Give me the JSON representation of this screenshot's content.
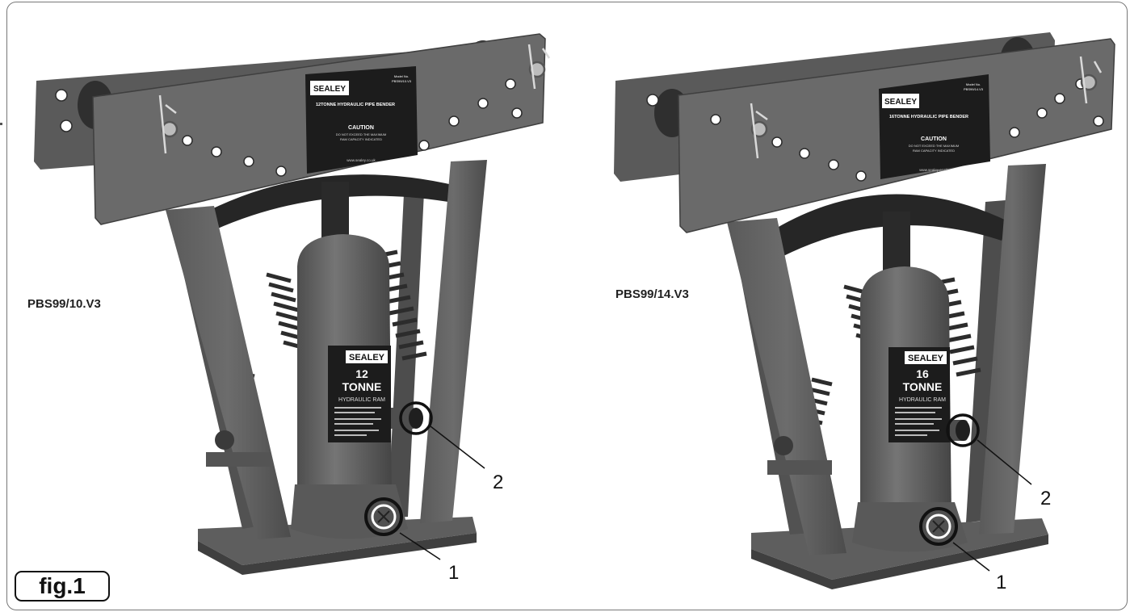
{
  "figure_label": "fig.1",
  "models": [
    {
      "model_code": "PBS99/10.V3",
      "plate": {
        "brand": "SEALEY",
        "model_no_label": "Model No.",
        "model_no": "PBS99/10.V3",
        "title": "12TONNE HYDRAULIC PIPE BENDER",
        "caution_heading": "CAUTION",
        "caution_text_1": "DO NOT EXCEED THE MAXIMUM",
        "caution_text_2": "RAM CAPACITY INDICATED",
        "website": "www.sealey.co.uk"
      },
      "jack_label": {
        "brand": "SEALEY",
        "capacity": "12",
        "unit": "TONNE",
        "type": "HYDRAULIC RAM"
      },
      "callouts": [
        "1",
        "2"
      ]
    },
    {
      "model_code": "PBS99/14.V3",
      "plate": {
        "brand": "SEALEY",
        "model_no_label": "Model No.",
        "model_no": "PBS99/14.V3",
        "title": "16TONNE HYDRAULIC PIPE BENDER",
        "caution_heading": "CAUTION",
        "caution_text_1": "DO NOT EXCEED THE MAXIMUM",
        "caution_text_2": "RAM CAPACITY INDICATED",
        "website": "www.sealey.co.uk"
      },
      "jack_label": {
        "brand": "SEALEY",
        "capacity": "16",
        "unit": "TONNE",
        "type": "HYDRAULIC RAM"
      },
      "callouts": [
        "1",
        "2"
      ]
    }
  ],
  "colors": {
    "frame_dark": "#4a4a4a",
    "frame_mid": "#5c5c5c",
    "frame_light": "#6e6e6e",
    "plate_bg": "#1c1c1c",
    "spring": "#3a3a3a"
  }
}
